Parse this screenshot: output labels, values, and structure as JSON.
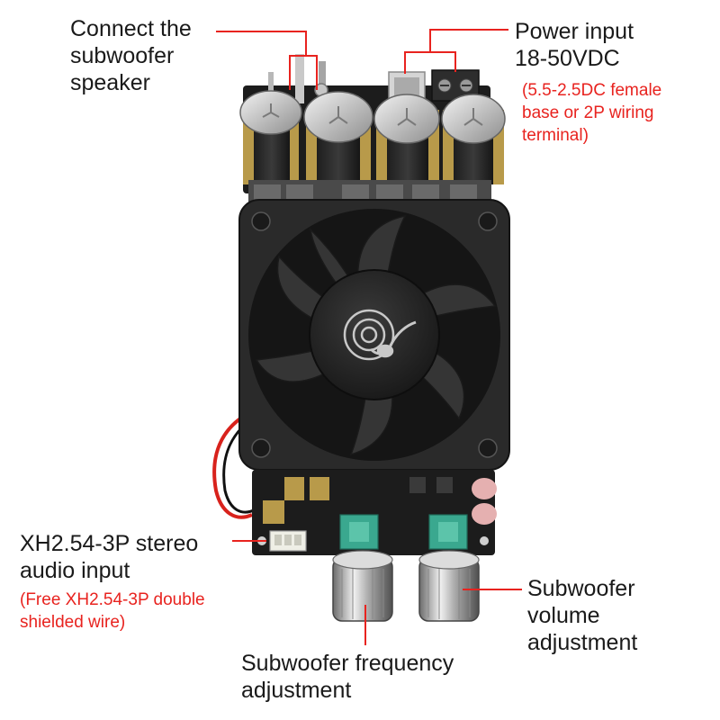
{
  "callouts": {
    "speaker": "Connect the\nsubwoofer\nspeaker",
    "power": "Power input\n18-50VDC",
    "power_note": "(5.5-2.5DC female\nbase or 2P wiring\nterminal)",
    "audio": "XH2.54-3P stereo\naudio input",
    "audio_note": "(Free XH2.54-3P double\n shielded wire)",
    "volume": "Subwoofer\nvolume\nadjustment",
    "frequency": "Subwoofer frequency\nadjustment"
  },
  "colors": {
    "callout_line": "#e8231f",
    "note_text": "#e8231f",
    "label_text": "#1a1a1a",
    "pcb": "#1c1c1c",
    "fan": "#2a2a2a",
    "capacitor_gold": "#b89a4a",
    "potentiometer": "#3aa88f"
  },
  "icons": {
    "fan_hub_logo": "spiral-note-icon"
  }
}
